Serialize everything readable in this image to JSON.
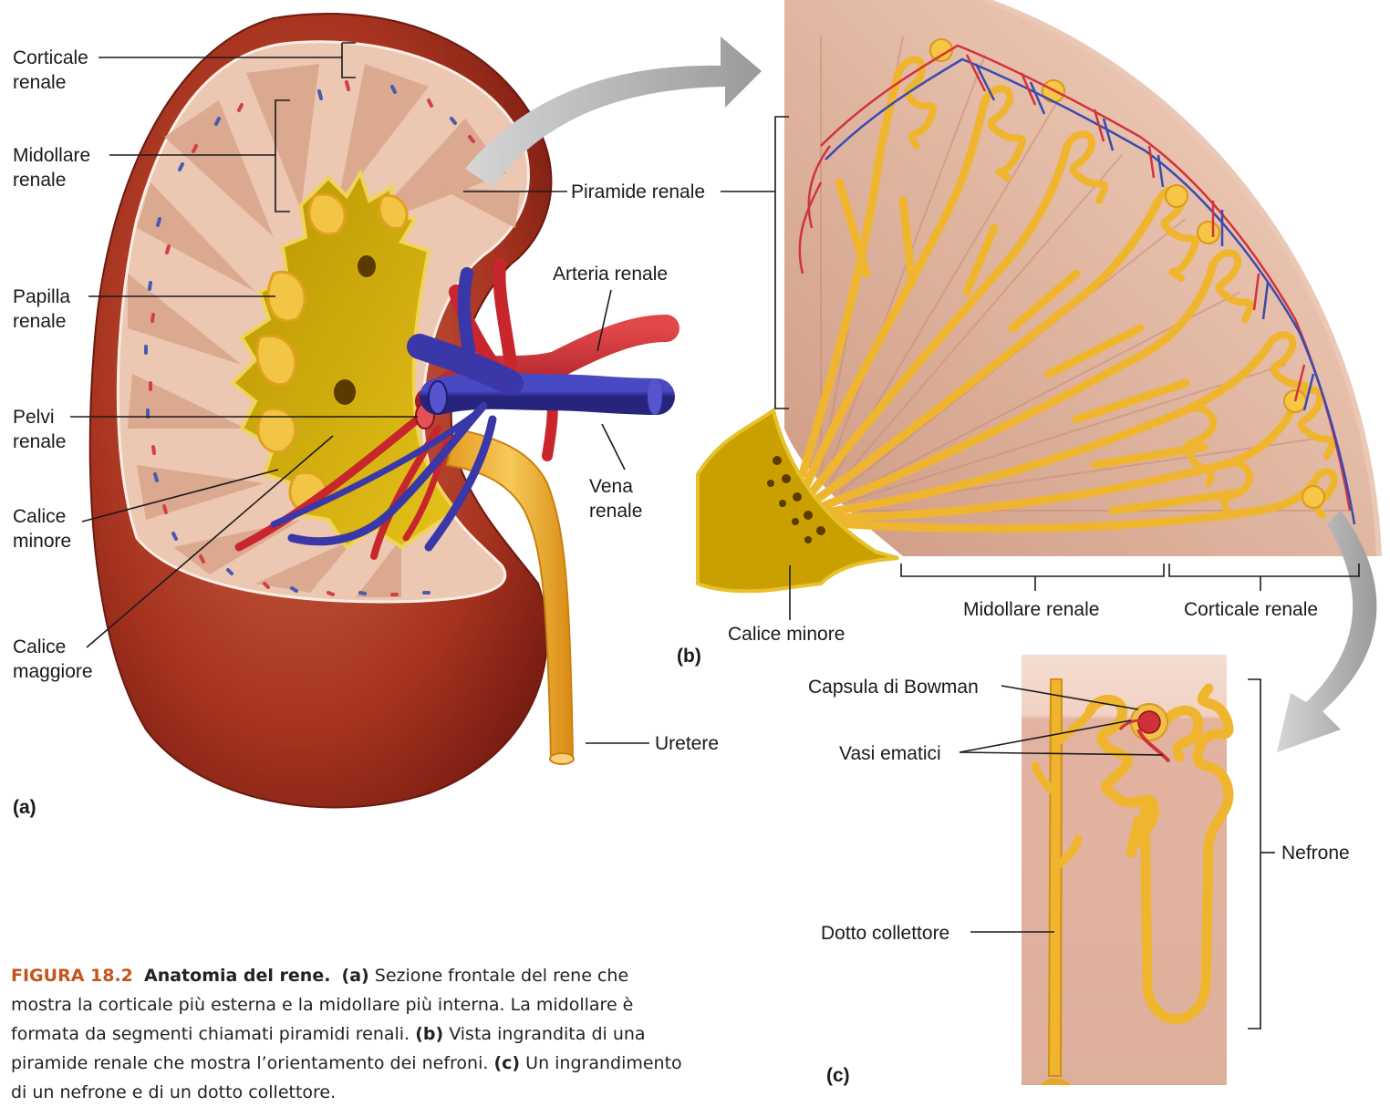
{
  "panel_a": {
    "label": "(a)",
    "labels": {
      "corticale_1": "Corticale",
      "corticale_2": "renale",
      "midollare_1": "Midollare",
      "midollare_2": "renale",
      "papilla_1": "Papilla",
      "papilla_2": "renale",
      "pelvi_1": "Pelvi",
      "pelvi_2": "renale",
      "calice_minore_1": "Calice",
      "calice_minore_2": "minore",
      "calice_maggiore_1": "Calice",
      "calice_maggiore_2": "maggiore",
      "piramide": "Piramide renale",
      "arteria": "Arteria renale",
      "vena_1": "Vena",
      "vena_2": "renale",
      "uretere": "Uretere"
    }
  },
  "panel_b": {
    "label": "(b)",
    "labels": {
      "calice_minore": "Calice minore",
      "midollare": "Midollare renale",
      "corticale": "Corticale renale"
    }
  },
  "panel_c": {
    "label": "(c)",
    "labels": {
      "capsula": "Capsula di Bowman",
      "vasi": "Vasi ematici",
      "nefrone": "Nefrone",
      "dotto": "Dotto collettore"
    }
  },
  "caption": {
    "figure": "FIGURA 18.2",
    "title": "Anatomia del rene.",
    "a_tag": "(a)",
    "a_text": "Sezione frontale del rene che mostra la corticale più esterna e la midollare più interna. La midollare è formata da segmenti chiamati  piramidi renali.",
    "b_tag": "(b)",
    "b_text": "Vista ingrandita di una piramide renale che mostra l’orientamento dei nefroni.",
    "c_tag": "(c)",
    "c_text": "Un ingrandimento di un nefrone e di un dotto collettore."
  },
  "colors": {
    "kidney_capsule": "#a6331f",
    "cortex": "#ecc7b1",
    "pyramid": "#d9a48b",
    "pelvis": "#c9a400",
    "ureter": "#f0b63c",
    "artery": "#c8262c",
    "vein": "#3a37a8",
    "caption_accent": "#c4541c"
  }
}
